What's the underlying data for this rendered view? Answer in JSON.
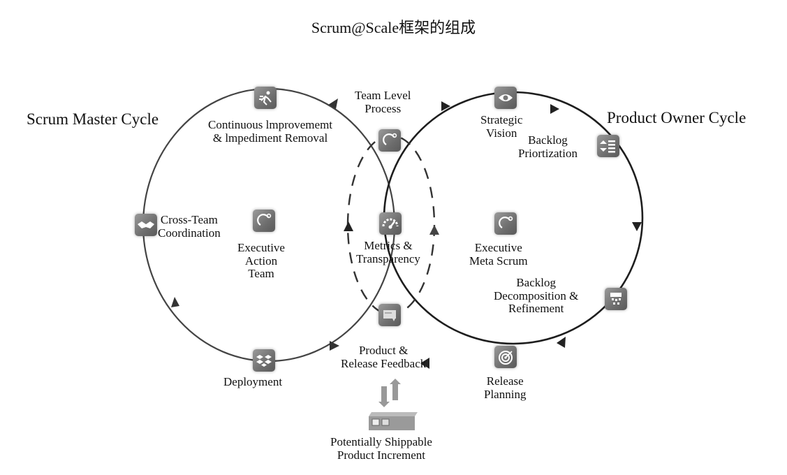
{
  "title": "Scrum@Scale框架的组成",
  "cycles": {
    "scrum_master": "Scrum Master Cycle",
    "product_owner": "Product Owner Cycle"
  },
  "nodes": {
    "continuous_improvement": {
      "lines": [
        "Continuous lmprovememt",
        "& lmpediment Removal"
      ],
      "icon": "running-person-icon"
    },
    "team_level_process": {
      "lines": [
        "Team  Level",
        "Process"
      ],
      "icon": "cycle-icon"
    },
    "strategic_vision": {
      "lines": [
        "Strategic",
        "Vision"
      ],
      "icon": "eye-icon"
    },
    "backlog_prioritization": {
      "lines": [
        "Backlog",
        "Priortization"
      ],
      "icon": "sort-list-icon"
    },
    "cross_team_coordination": {
      "lines": [
        "Cross-Team",
        "Coordination"
      ],
      "icon": "handshake-icon"
    },
    "executive_action_team": {
      "lines": [
        "Executive",
        "Action",
        "Team"
      ],
      "icon": "cycle-icon"
    },
    "metrics_transparency": {
      "lines": [
        "Metrics &",
        "Transparency"
      ],
      "icon": "gauge-icon"
    },
    "executive_meta_scrum": {
      "lines": [
        "Executive",
        "Meta Scrum"
      ],
      "icon": "cycle-icon"
    },
    "backlog_decomposition": {
      "lines": [
        "Backlog",
        "Decomposition &",
        "Refinement"
      ],
      "icon": "decompose-icon"
    },
    "release_planning": {
      "lines": [
        "Release",
        "Planning"
      ],
      "icon": "target-icon"
    },
    "product_release_feedback": {
      "lines": [
        "Product &",
        "Release Feedback"
      ],
      "icon": "feedback-icon"
    },
    "deployment": {
      "lines": [
        "Deployment"
      ],
      "icon": "dropbox-icon"
    },
    "shippable_increment": {
      "lines": [
        "Potentially Shippable",
        "Product Increment"
      ],
      "icon": "box-arrows-icon"
    }
  },
  "colors": {
    "cycle_line": "#2a2a2a",
    "left_cycle_line": "#444444",
    "icon_fill": "#7a7a7a",
    "text": "#111111"
  }
}
